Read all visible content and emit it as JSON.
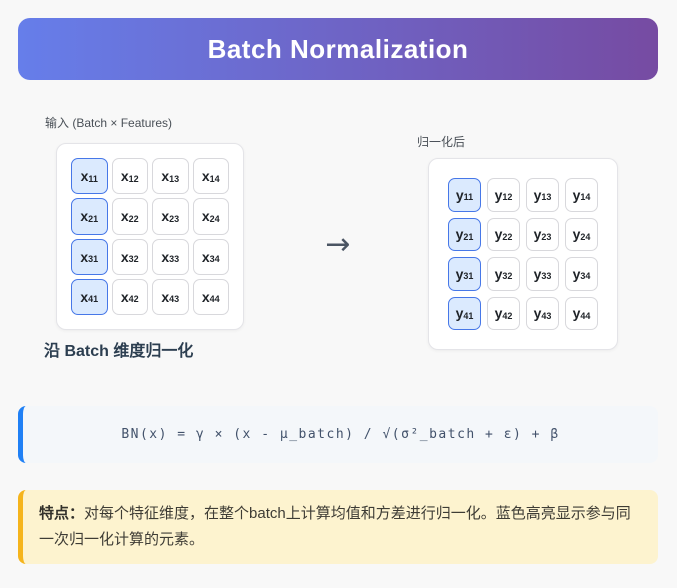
{
  "header": {
    "title": "Batch Normalization"
  },
  "input_section": {
    "label": "输入 (Batch × Features)",
    "caption": "沿 Batch 维度归一化",
    "matrix": {
      "rows": 4,
      "cols": 4,
      "highlighted_column": 1,
      "cells": [
        {
          "t": "x",
          "s": "11",
          "h": true
        },
        {
          "t": "x",
          "s": "12",
          "h": false
        },
        {
          "t": "x",
          "s": "13",
          "h": false
        },
        {
          "t": "x",
          "s": "14",
          "h": false
        },
        {
          "t": "x",
          "s": "21",
          "h": true
        },
        {
          "t": "x",
          "s": "22",
          "h": false
        },
        {
          "t": "x",
          "s": "23",
          "h": false
        },
        {
          "t": "x",
          "s": "24",
          "h": false
        },
        {
          "t": "x",
          "s": "31",
          "h": true
        },
        {
          "t": "x",
          "s": "32",
          "h": false
        },
        {
          "t": "x",
          "s": "33",
          "h": false
        },
        {
          "t": "x",
          "s": "34",
          "h": false
        },
        {
          "t": "x",
          "s": "41",
          "h": true
        },
        {
          "t": "x",
          "s": "42",
          "h": false
        },
        {
          "t": "x",
          "s": "43",
          "h": false
        },
        {
          "t": "x",
          "s": "44",
          "h": false
        }
      ]
    }
  },
  "output_section": {
    "label": "归一化后",
    "matrix": {
      "rows": 4,
      "cols": 4,
      "highlighted_column": 1,
      "cells": [
        {
          "t": "y",
          "s": "11",
          "h": true
        },
        {
          "t": "y",
          "s": "12",
          "h": false
        },
        {
          "t": "y",
          "s": "13",
          "h": false
        },
        {
          "t": "y",
          "s": "14",
          "h": false
        },
        {
          "t": "y",
          "s": "21",
          "h": true
        },
        {
          "t": "y",
          "s": "22",
          "h": false
        },
        {
          "t": "y",
          "s": "23",
          "h": false
        },
        {
          "t": "y",
          "s": "24",
          "h": false
        },
        {
          "t": "y",
          "s": "31",
          "h": true
        },
        {
          "t": "y",
          "s": "32",
          "h": false
        },
        {
          "t": "y",
          "s": "33",
          "h": false
        },
        {
          "t": "y",
          "s": "34",
          "h": false
        },
        {
          "t": "y",
          "s": "41",
          "h": true
        },
        {
          "t": "y",
          "s": "42",
          "h": false
        },
        {
          "t": "y",
          "s": "43",
          "h": false
        },
        {
          "t": "y",
          "s": "44",
          "h": false
        }
      ]
    }
  },
  "arrow": {
    "glyph": "→"
  },
  "formula": {
    "text": "BN(x) = γ × (x - μ_batch) / √(σ²_batch + ε) + β"
  },
  "note": {
    "label": "特点：",
    "text": "对每个特征维度，在整个batch上计算均值和方差进行归一化。蓝色高亮显示参与同一次归一化计算的元素。"
  },
  "colors": {
    "page_bg": "#f8f8f8",
    "header_gradient_start": "#667eea",
    "header_gradient_end": "#764ba2",
    "highlight_bg": "#dbeafe",
    "highlight_border": "#4677e8",
    "formula_accent": "#2080f5",
    "note_accent": "#f5b41c",
    "note_bg": "#fdf3cf"
  }
}
